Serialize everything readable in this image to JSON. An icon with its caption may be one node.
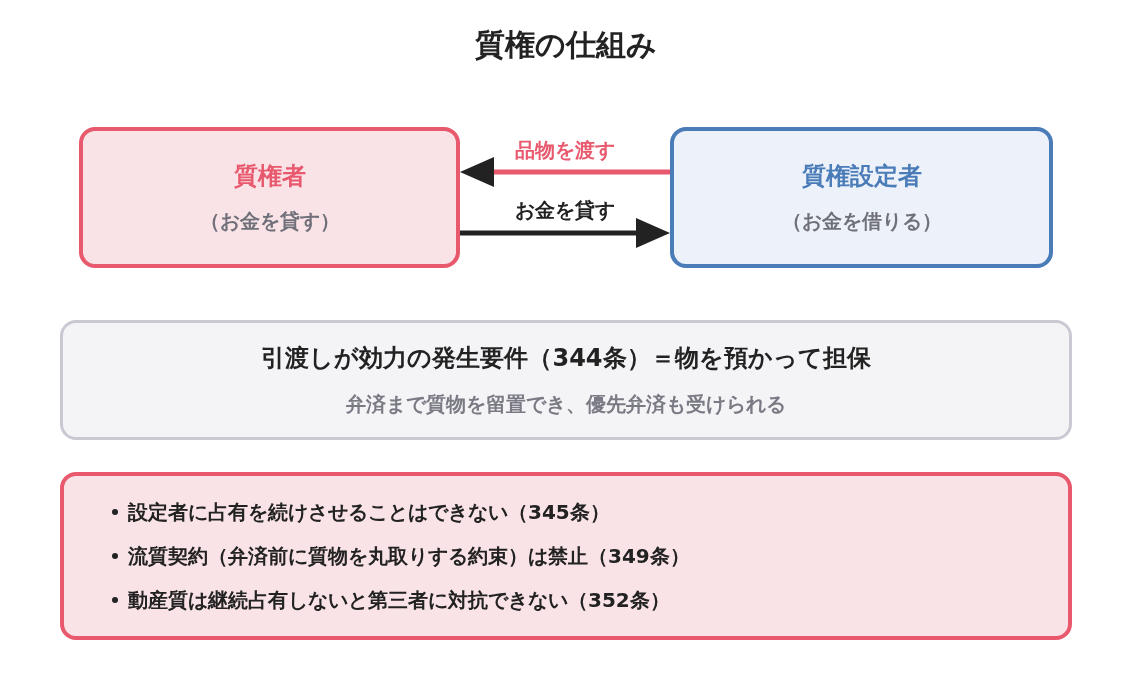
{
  "diagram": {
    "title": "質権の仕組み",
    "nodes": [
      {
        "text": [
          "質権者",
          "（お金を貸す）"
        ]
      },
      {
        "text": [
          "質権設定者",
          "（お金を借りる）"
        ]
      },
      {
        "text": [
          "引渡しが効力の発生要件（344条）＝物を預かって担保",
          "弁済まで質物を留置でき、優先弁済も受けられる"
        ]
      },
      {
        "text": [
          "設定者に占有を続けさせることはできない（345条）",
          "流質契約（弁済前に質物を丸取りする約束）は禁止（349条）",
          "動産質は継続占有しないと第三者に対抗できない（352条）"
        ]
      }
    ],
    "edges": [
      {
        "from": 1,
        "to": 0,
        "arrow": "to",
        "label": "品物を渡す",
        "color": "#e8596e"
      },
      {
        "from": 0,
        "to": 1,
        "arrow": "to",
        "label": "お金を貸す",
        "color": "#222222"
      }
    ]
  }
}
